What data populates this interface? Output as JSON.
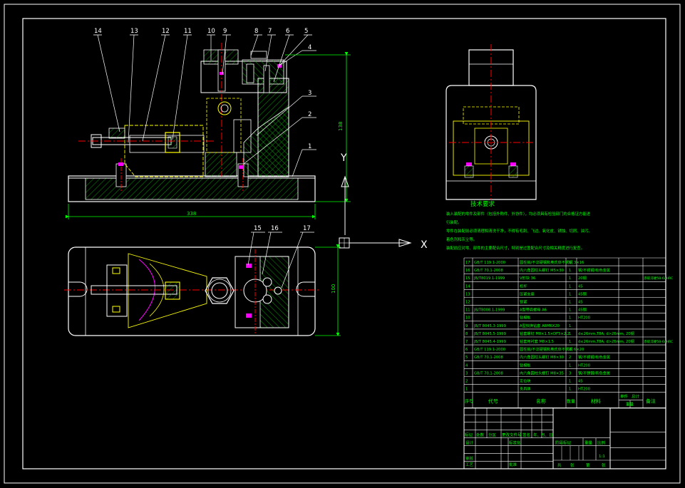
{
  "colors": {
    "background": "#000000",
    "frame": "#ffffff",
    "part": "#ffffff",
    "hatch": "#00c000",
    "centerline": "#ff0000",
    "dimension": "#00ff00",
    "text": "#00ff00",
    "edge_accent": "#ffff00",
    "highlight": "#ff00ff"
  },
  "leaders": {
    "top": [
      "14",
      "13",
      "12",
      "11",
      "10",
      "9",
      "8",
      "7",
      "6",
      "5"
    ],
    "right": [
      "4",
      "3",
      "2",
      "1"
    ],
    "plan": [
      "15",
      "16",
      "17"
    ]
  },
  "dimensions": {
    "height": "138",
    "length": "338",
    "plan_height": "100"
  },
  "axes": {
    "y_label": "Y",
    "x_label": "X"
  },
  "notes": {
    "title": "技术要求",
    "lines": [
      "装入装配的零件及部件（包括外购件、外协件），均必须具有检验部门的合格证方能进",
      "行装配。",
      "零件在装配前必须清理和清洗干净，不得有毛刺、飞边、氧化皮、锈蚀、切屑、油污、",
      "着色剂和灰尘等。",
      "装配前应对零、部件的主要配合尺寸，特别是过盈配合尺寸及相关精度进行复查。"
    ]
  },
  "bom": {
    "headers": [
      "序号",
      "代号",
      "名称",
      "数量",
      "材料",
      "单件",
      "总计",
      "备注"
    ],
    "mass_label": "重量",
    "rows": [
      [
        "17",
        "GB/T 119.1-2000",
        "圆柱销/不淬硬钢和奥氏体不锈钢 3×16",
        "1",
        "",
        ""
      ],
      [
        "16",
        "GB/T 70.1-2008",
        "内六角圆柱头螺钉 M5×30",
        "1",
        "钢/不锈钢/有色金属",
        ""
      ],
      [
        "15",
        "JB/T8019.1-1999",
        "V形块 36",
        "1",
        "20钢",
        "渗碳淬硬58-64HRC"
      ],
      [
        "14",
        "",
        "杠杆",
        "1",
        "45",
        ""
      ],
      [
        "13",
        "",
        "压紧支座",
        "1",
        "45钢",
        ""
      ],
      [
        "12",
        "",
        "锁紧",
        "1",
        "45",
        ""
      ],
      [
        "11",
        "JB/T8008.1-1999",
        "A型带肩螺母 A6",
        "1",
        "45钢",
        ""
      ],
      [
        "10",
        "",
        "钻模板",
        "1",
        "HT200",
        ""
      ],
      [
        "9",
        "JB/T 8045.3-1999",
        "A型快换钻套 A8M6X20",
        "1",
        "",
        ""
      ],
      [
        "8",
        "JB/T 8045.5-1999",
        "钻套螺钉 M8×1.5×DF5×2.2",
        "1",
        "d≤26mm,T8A; d>26mm, 20钢",
        ""
      ],
      [
        "7",
        "JB/T 8045.4-1999",
        "钻套用衬套 M8×1.5",
        "1",
        "d≤26mm,T8A; d>26mm, 20钢",
        "渗碳淬硬58-64HRC"
      ],
      [
        "6",
        "GB/T 119.1-2000",
        "圆柱销/不淬硬钢和奥氏体不锈钢 6×20",
        "2",
        "",
        ""
      ],
      [
        "5",
        "GB/T 70.1-2008",
        "内六角圆柱头螺钉 M8×30",
        "2",
        "钢/不锈钢/有色金属",
        ""
      ],
      [
        "4",
        "",
        "钻模板",
        "1",
        "HT200",
        ""
      ],
      [
        "3",
        "GB/T 70.1-2008",
        "内六角圆柱头螺钉 M8×35",
        "3",
        "钢/不锈钢/有色金属",
        ""
      ],
      [
        "2",
        "",
        "定位块",
        "1",
        "45",
        ""
      ],
      [
        "1",
        "",
        "夹具体",
        "1",
        "HT200",
        ""
      ]
    ]
  },
  "title_block": {
    "change_row": [
      "标记",
      "处数",
      "分区",
      "更改文件号",
      "签名",
      "年、月、日"
    ],
    "design_label": "设计",
    "standard_label": "标准化",
    "review_label": "审核",
    "process_label": "工艺",
    "approve_label": "批准",
    "stage_mark": "阶段标记",
    "weight": "重量",
    "scale": "比例",
    "scale_value": "1:1",
    "sheets": [
      "共",
      "张",
      "第",
      "张"
    ]
  }
}
